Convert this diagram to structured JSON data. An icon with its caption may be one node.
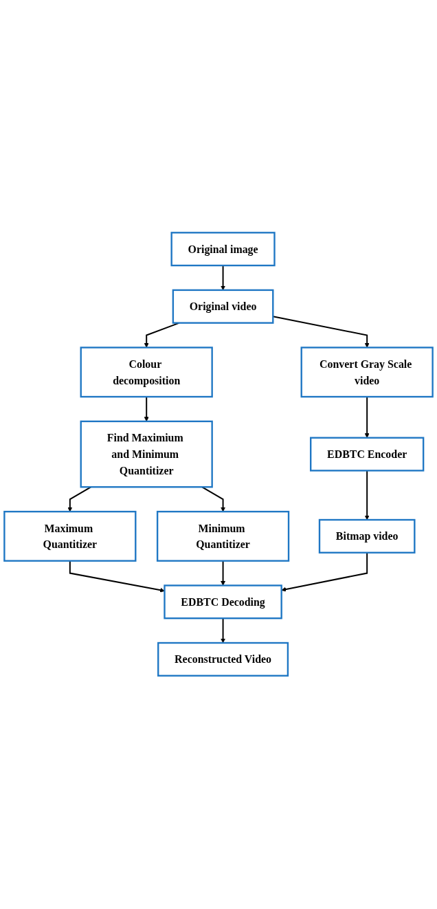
{
  "diagram": {
    "nodes": [
      {
        "text": [
          "Original image"
        ]
      },
      {
        "text": [
          "Original video"
        ]
      },
      {
        "text": [
          "Colour decomposition"
        ]
      },
      {
        "text": [
          "Convert Gray Scale video"
        ]
      },
      {
        "text": [
          "Find Maximium and Minimum Quantitizer"
        ]
      },
      {
        "text": [
          "EDBTC Encoder"
        ]
      },
      {
        "text": [
          "Maximum Quantitizer"
        ]
      },
      {
        "text": [
          "Minimum Quantitizer"
        ]
      },
      {
        "text": [
          "Bitmap video"
        ]
      },
      {
        "text": [
          "EDBTC Decoding"
        ]
      },
      {
        "text": [
          "Reconstructed Video"
        ]
      }
    ],
    "edges": [
      {
        "from": 0,
        "to": 1,
        "arrow": "to"
      },
      {
        "from": 1,
        "to": 2,
        "arrow": "to"
      },
      {
        "from": 1,
        "to": 3,
        "arrow": "to"
      },
      {
        "from": 2,
        "to": 4,
        "arrow": "to"
      },
      {
        "from": 3,
        "to": 5,
        "arrow": "to"
      },
      {
        "from": 4,
        "to": 6,
        "arrow": "to"
      },
      {
        "from": 4,
        "to": 7,
        "arrow": "to"
      },
      {
        "from": 5,
        "to": 8,
        "arrow": "to"
      },
      {
        "from": 7,
        "to": 9,
        "arrow": "to"
      },
      {
        "from": 8,
        "to": 9,
        "arrow": "to"
      },
      {
        "from": 6,
        "to": 9,
        "arrow": "to"
      },
      {
        "from": 9,
        "to": 10,
        "arrow": "to"
      }
    ]
  }
}
